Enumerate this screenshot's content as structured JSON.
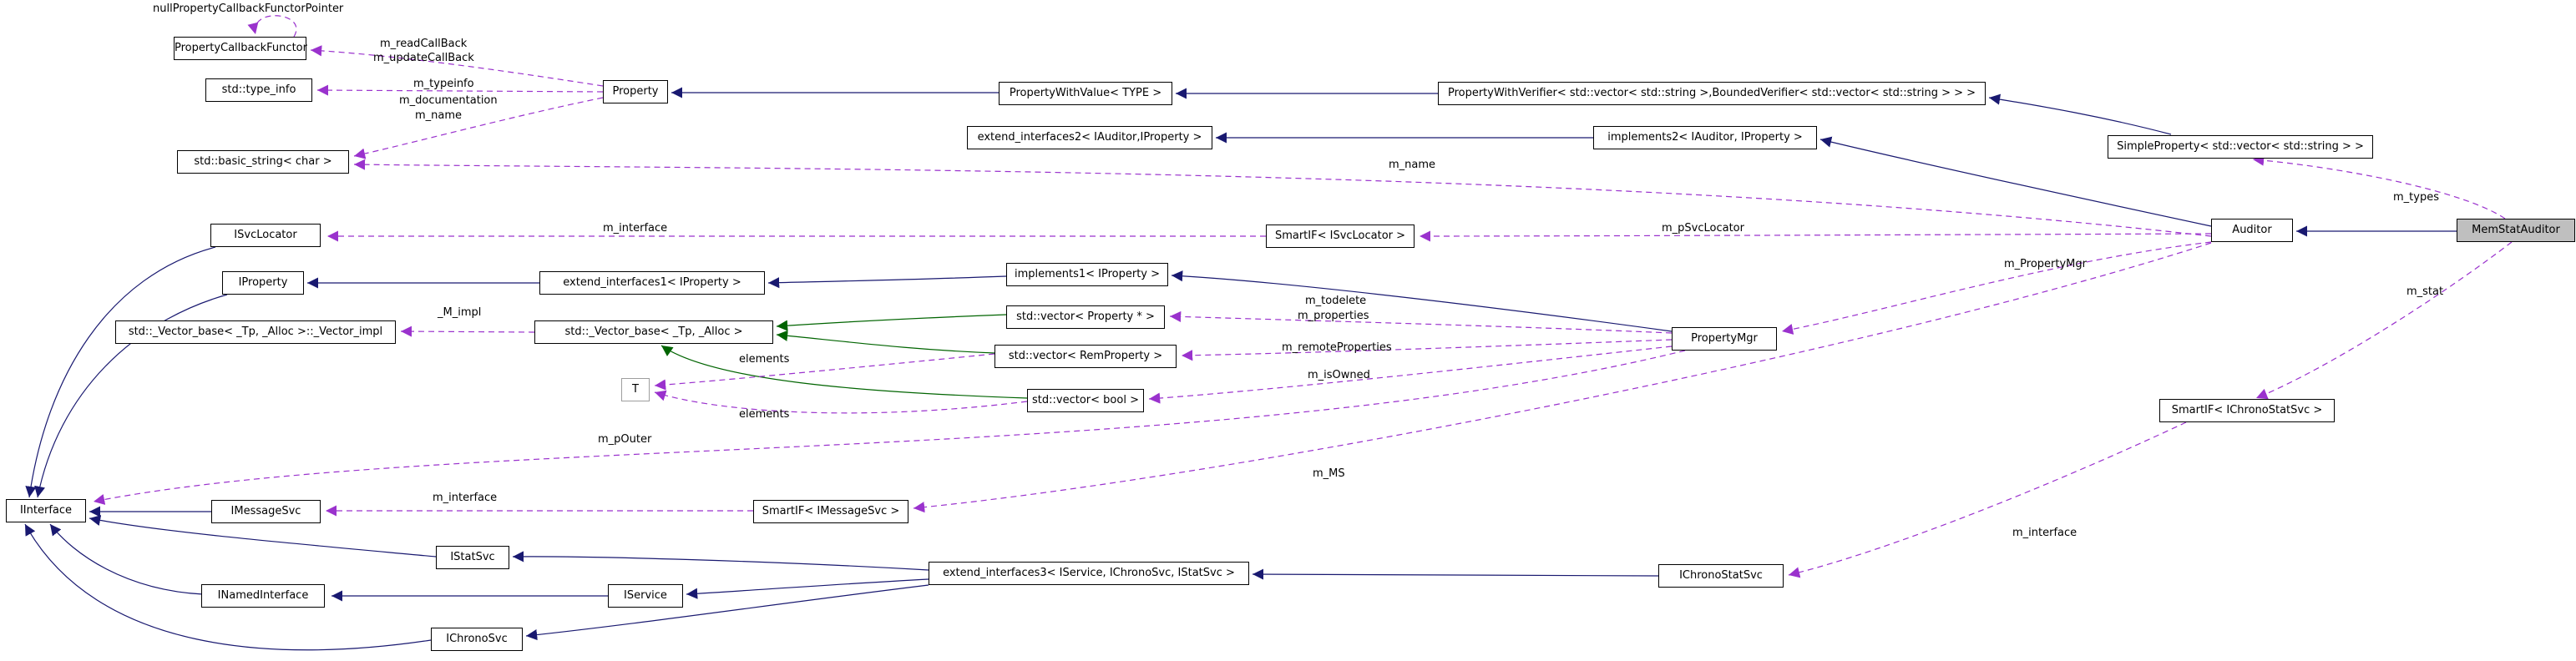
{
  "diagram": {
    "kind": "doxygen-collaboration-graph",
    "focus_node": "MemStatAuditor",
    "colors": {
      "inheritance": "#191970",
      "protected_inheritance": "#006400",
      "usage": "#9a32cd",
      "node_border": "#000000",
      "node_fill": "#ffffff",
      "focus_fill": "#bfbfbf",
      "template_node_border": "#9e9e9e",
      "background": "#ffffff"
    }
  },
  "nodes": {
    "property_callback_functor": {
      "label": "PropertyCallbackFunctor"
    },
    "std_type_info": {
      "label": "std::type_info"
    },
    "std_basic_string": {
      "label": "std::basic_string< char >"
    },
    "property": {
      "label": "Property"
    },
    "property_with_value": {
      "label": "PropertyWithValue< TYPE >"
    },
    "property_with_verifier": {
      "label": "PropertyWithVerifier< std::vector< std::string >,BoundedVerifier< std::vector< std::string > > >"
    },
    "extend_interfaces2": {
      "label": "extend_interfaces2< IAuditor,IProperty >"
    },
    "implements2": {
      "label": "implements2< IAuditor, IProperty >"
    },
    "simple_property": {
      "label": "SimpleProperty< std::vector< std::string > >"
    },
    "isvclocator": {
      "label": "ISvcLocator"
    },
    "smartif_isvclocator": {
      "label": "SmartIF< ISvcLocator >"
    },
    "auditor": {
      "label": "Auditor"
    },
    "memstat_auditor": {
      "label": "MemStatAuditor"
    },
    "iproperty": {
      "label": "IProperty"
    },
    "extend_interfaces1": {
      "label": "extend_interfaces1< IProperty >"
    },
    "implements1": {
      "label": "implements1< IProperty >"
    },
    "vector_impl": {
      "label": "std::_Vector_base< _Tp, _Alloc >::_Vector_impl"
    },
    "vector_base": {
      "label": "std::_Vector_base< _Tp, _Alloc >"
    },
    "vector_property_ptr": {
      "label": "std::vector< Property * >"
    },
    "vector_rem_property": {
      "label": "std::vector< RemProperty >"
    },
    "vector_bool": {
      "label": "std::vector< bool >"
    },
    "t_param": {
      "label": "T"
    },
    "property_mgr": {
      "label": "PropertyMgr"
    },
    "smartif_ichronostatsvc": {
      "label": "SmartIF< IChronoStatSvc >"
    },
    "iinterface": {
      "label": "IInterface"
    },
    "imessagesvc": {
      "label": "IMessageSvc"
    },
    "smartif_imessagesvc": {
      "label": "SmartIF< IMessageSvc >"
    },
    "istatsvc": {
      "label": "IStatSvc"
    },
    "inamedinterface": {
      "label": "INamedInterface"
    },
    "iservice": {
      "label": "IService"
    },
    "ichronosvc": {
      "label": "IChronoSvc"
    },
    "extend_interfaces3": {
      "label": "extend_interfaces3< IService, IChronoSvc, IStatSvc >"
    },
    "ichronostatsvc": {
      "label": "IChronoStatSvc"
    }
  },
  "edge_labels": {
    "null_ptr": {
      "text": "nullPropertyCallbackFunctorPointer"
    },
    "m_read_call_back": {
      "text": "m_readCallBack"
    },
    "m_update_call_back": {
      "text": "m_updateCallBack"
    },
    "m_typeinfo": {
      "text": "m_typeinfo"
    },
    "m_documentation": {
      "text": "m_documentation"
    },
    "m_name_1": {
      "text": "m_name"
    },
    "m_name_2": {
      "text": "m_name"
    },
    "m_interface_svcloc": {
      "text": "m_interface"
    },
    "m_psvclocator": {
      "text": "m_pSvcLocator"
    },
    "m_types": {
      "text": "m_types"
    },
    "m_property_mgr": {
      "text": "m_PropertyMgr"
    },
    "m_stat": {
      "text": "m_stat"
    },
    "m_impl": {
      "text": "_M_impl"
    },
    "m_todelete": {
      "text": "m_todelete"
    },
    "m_properties": {
      "text": "m_properties"
    },
    "m_remote_properties": {
      "text": "m_remoteProperties"
    },
    "m_is_owned": {
      "text": "m_isOwned"
    },
    "elements_top": {
      "text": "elements"
    },
    "elements_bottom": {
      "text": "elements"
    },
    "m_p_outer": {
      "text": "m_pOuter"
    },
    "m_ms": {
      "text": "m_MS"
    },
    "m_interface_msg": {
      "text": "m_interface"
    },
    "m_interface_chrono": {
      "text": "m_interface"
    }
  },
  "edges": [
    {
      "from": "MemStatAuditor",
      "to": "Auditor",
      "type": "inheritance"
    },
    {
      "from": "Auditor",
      "to": "implements2< IAuditor, IProperty >",
      "type": "inheritance"
    },
    {
      "from": "implements2< IAuditor, IProperty >",
      "to": "extend_interfaces2< IAuditor,IProperty >",
      "type": "inheritance"
    },
    {
      "from": "SimpleProperty< std::vector< std::string > >",
      "to": "PropertyWithVerifier< std::vector< std::string >,BoundedVerifier< std::vector< std::string > > >",
      "type": "inheritance"
    },
    {
      "from": "PropertyWithVerifier< std::vector< std::string >,BoundedVerifier< std::vector< std::string > > >",
      "to": "PropertyWithValue< TYPE >",
      "type": "inheritance"
    },
    {
      "from": "PropertyWithValue< TYPE >",
      "to": "Property",
      "type": "inheritance"
    },
    {
      "from": "PropertyMgr",
      "to": "implements1< IProperty >",
      "type": "inheritance"
    },
    {
      "from": "implements1< IProperty >",
      "to": "extend_interfaces1< IProperty >",
      "type": "inheritance"
    },
    {
      "from": "extend_interfaces1< IProperty >",
      "to": "IProperty",
      "type": "inheritance"
    },
    {
      "from": "IProperty",
      "to": "IInterface",
      "type": "inheritance"
    },
    {
      "from": "ISvcLocator",
      "to": "IInterface",
      "type": "inheritance"
    },
    {
      "from": "IMessageSvc",
      "to": "IInterface",
      "type": "inheritance"
    },
    {
      "from": "IStatSvc",
      "to": "IInterface",
      "type": "inheritance"
    },
    {
      "from": "INamedInterface",
      "to": "IInterface",
      "type": "inheritance"
    },
    {
      "from": "IChronoSvc",
      "to": "IInterface",
      "type": "inheritance"
    },
    {
      "from": "IService",
      "to": "INamedInterface",
      "type": "inheritance"
    },
    {
      "from": "extend_interfaces3< IService, IChronoSvc, IStatSvc >",
      "to": "IStatSvc",
      "type": "inheritance"
    },
    {
      "from": "extend_interfaces3< IService, IChronoSvc, IStatSvc >",
      "to": "IService",
      "type": "inheritance"
    },
    {
      "from": "extend_interfaces3< IService, IChronoSvc, IStatSvc >",
      "to": "IChronoSvc",
      "type": "inheritance"
    },
    {
      "from": "IChronoStatSvc",
      "to": "extend_interfaces3< IService, IChronoSvc, IStatSvc >",
      "type": "inheritance"
    },
    {
      "from": "std::vector< Property * >",
      "to": "std::_Vector_base< _Tp, _Alloc >",
      "type": "protected-inheritance"
    },
    {
      "from": "std::vector< RemProperty >",
      "to": "std::_Vector_base< _Tp, _Alloc >",
      "type": "protected-inheritance"
    },
    {
      "from": "std::vector< bool >",
      "to": "std::_Vector_base< _Tp, _Alloc >",
      "type": "protected-inheritance"
    },
    {
      "from": "PropertyCallbackFunctor",
      "to": "PropertyCallbackFunctor",
      "type": "usage",
      "members": [
        "nullPropertyCallbackFunctorPointer"
      ]
    },
    {
      "from": "Property",
      "to": "PropertyCallbackFunctor",
      "type": "usage",
      "members": [
        "m_readCallBack",
        "m_updateCallBack"
      ]
    },
    {
      "from": "Property",
      "to": "std::type_info",
      "type": "usage",
      "members": [
        "m_typeinfo"
      ]
    },
    {
      "from": "Property",
      "to": "std::basic_string< char >",
      "type": "usage",
      "members": [
        "m_documentation",
        "m_name"
      ]
    },
    {
      "from": "Auditor",
      "to": "std::basic_string< char >",
      "type": "usage",
      "members": [
        "m_name"
      ]
    },
    {
      "from": "SmartIF< ISvcLocator >",
      "to": "ISvcLocator",
      "type": "usage",
      "members": [
        "m_interface"
      ]
    },
    {
      "from": "Auditor",
      "to": "SmartIF< ISvcLocator >",
      "type": "usage",
      "members": [
        "m_pSvcLocator"
      ]
    },
    {
      "from": "MemStatAuditor",
      "to": "SimpleProperty< std::vector< std::string > >",
      "type": "usage",
      "members": [
        "m_types"
      ]
    },
    {
      "from": "Auditor",
      "to": "PropertyMgr",
      "type": "usage",
      "members": [
        "m_PropertyMgr"
      ]
    },
    {
      "from": "MemStatAuditor",
      "to": "SmartIF< IChronoStatSvc >",
      "type": "usage",
      "members": [
        "m_stat"
      ]
    },
    {
      "from": "SmartIF< IChronoStatSvc >",
      "to": "IChronoStatSvc",
      "type": "usage",
      "members": [
        "m_interface"
      ]
    },
    {
      "from": "std::_Vector_base< _Tp, _Alloc >",
      "to": "std::_Vector_base< _Tp, _Alloc >::_Vector_impl",
      "type": "usage",
      "members": [
        "_M_impl"
      ]
    },
    {
      "from": "PropertyMgr",
      "to": "std::vector< Property * >",
      "type": "usage",
      "members": [
        "m_todelete",
        "m_properties"
      ]
    },
    {
      "from": "PropertyMgr",
      "to": "std::vector< RemProperty >",
      "type": "usage",
      "members": [
        "m_remoteProperties"
      ]
    },
    {
      "from": "PropertyMgr",
      "to": "std::vector< bool >",
      "type": "usage",
      "members": [
        "m_isOwned"
      ]
    },
    {
      "from": "std::vector< RemProperty >",
      "to": "T",
      "type": "usage",
      "members": [
        "elements"
      ]
    },
    {
      "from": "std::vector< bool >",
      "to": "T",
      "type": "usage",
      "members": [
        "elements"
      ]
    },
    {
      "from": "PropertyMgr",
      "to": "IInterface",
      "type": "usage",
      "members": [
        "m_pOuter"
      ]
    },
    {
      "from": "Auditor",
      "to": "SmartIF< IMessageSvc >",
      "type": "usage",
      "members": [
        "m_MS"
      ]
    },
    {
      "from": "SmartIF< IMessageSvc >",
      "to": "IMessageSvc",
      "type": "usage",
      "members": [
        "m_interface"
      ]
    }
  ]
}
